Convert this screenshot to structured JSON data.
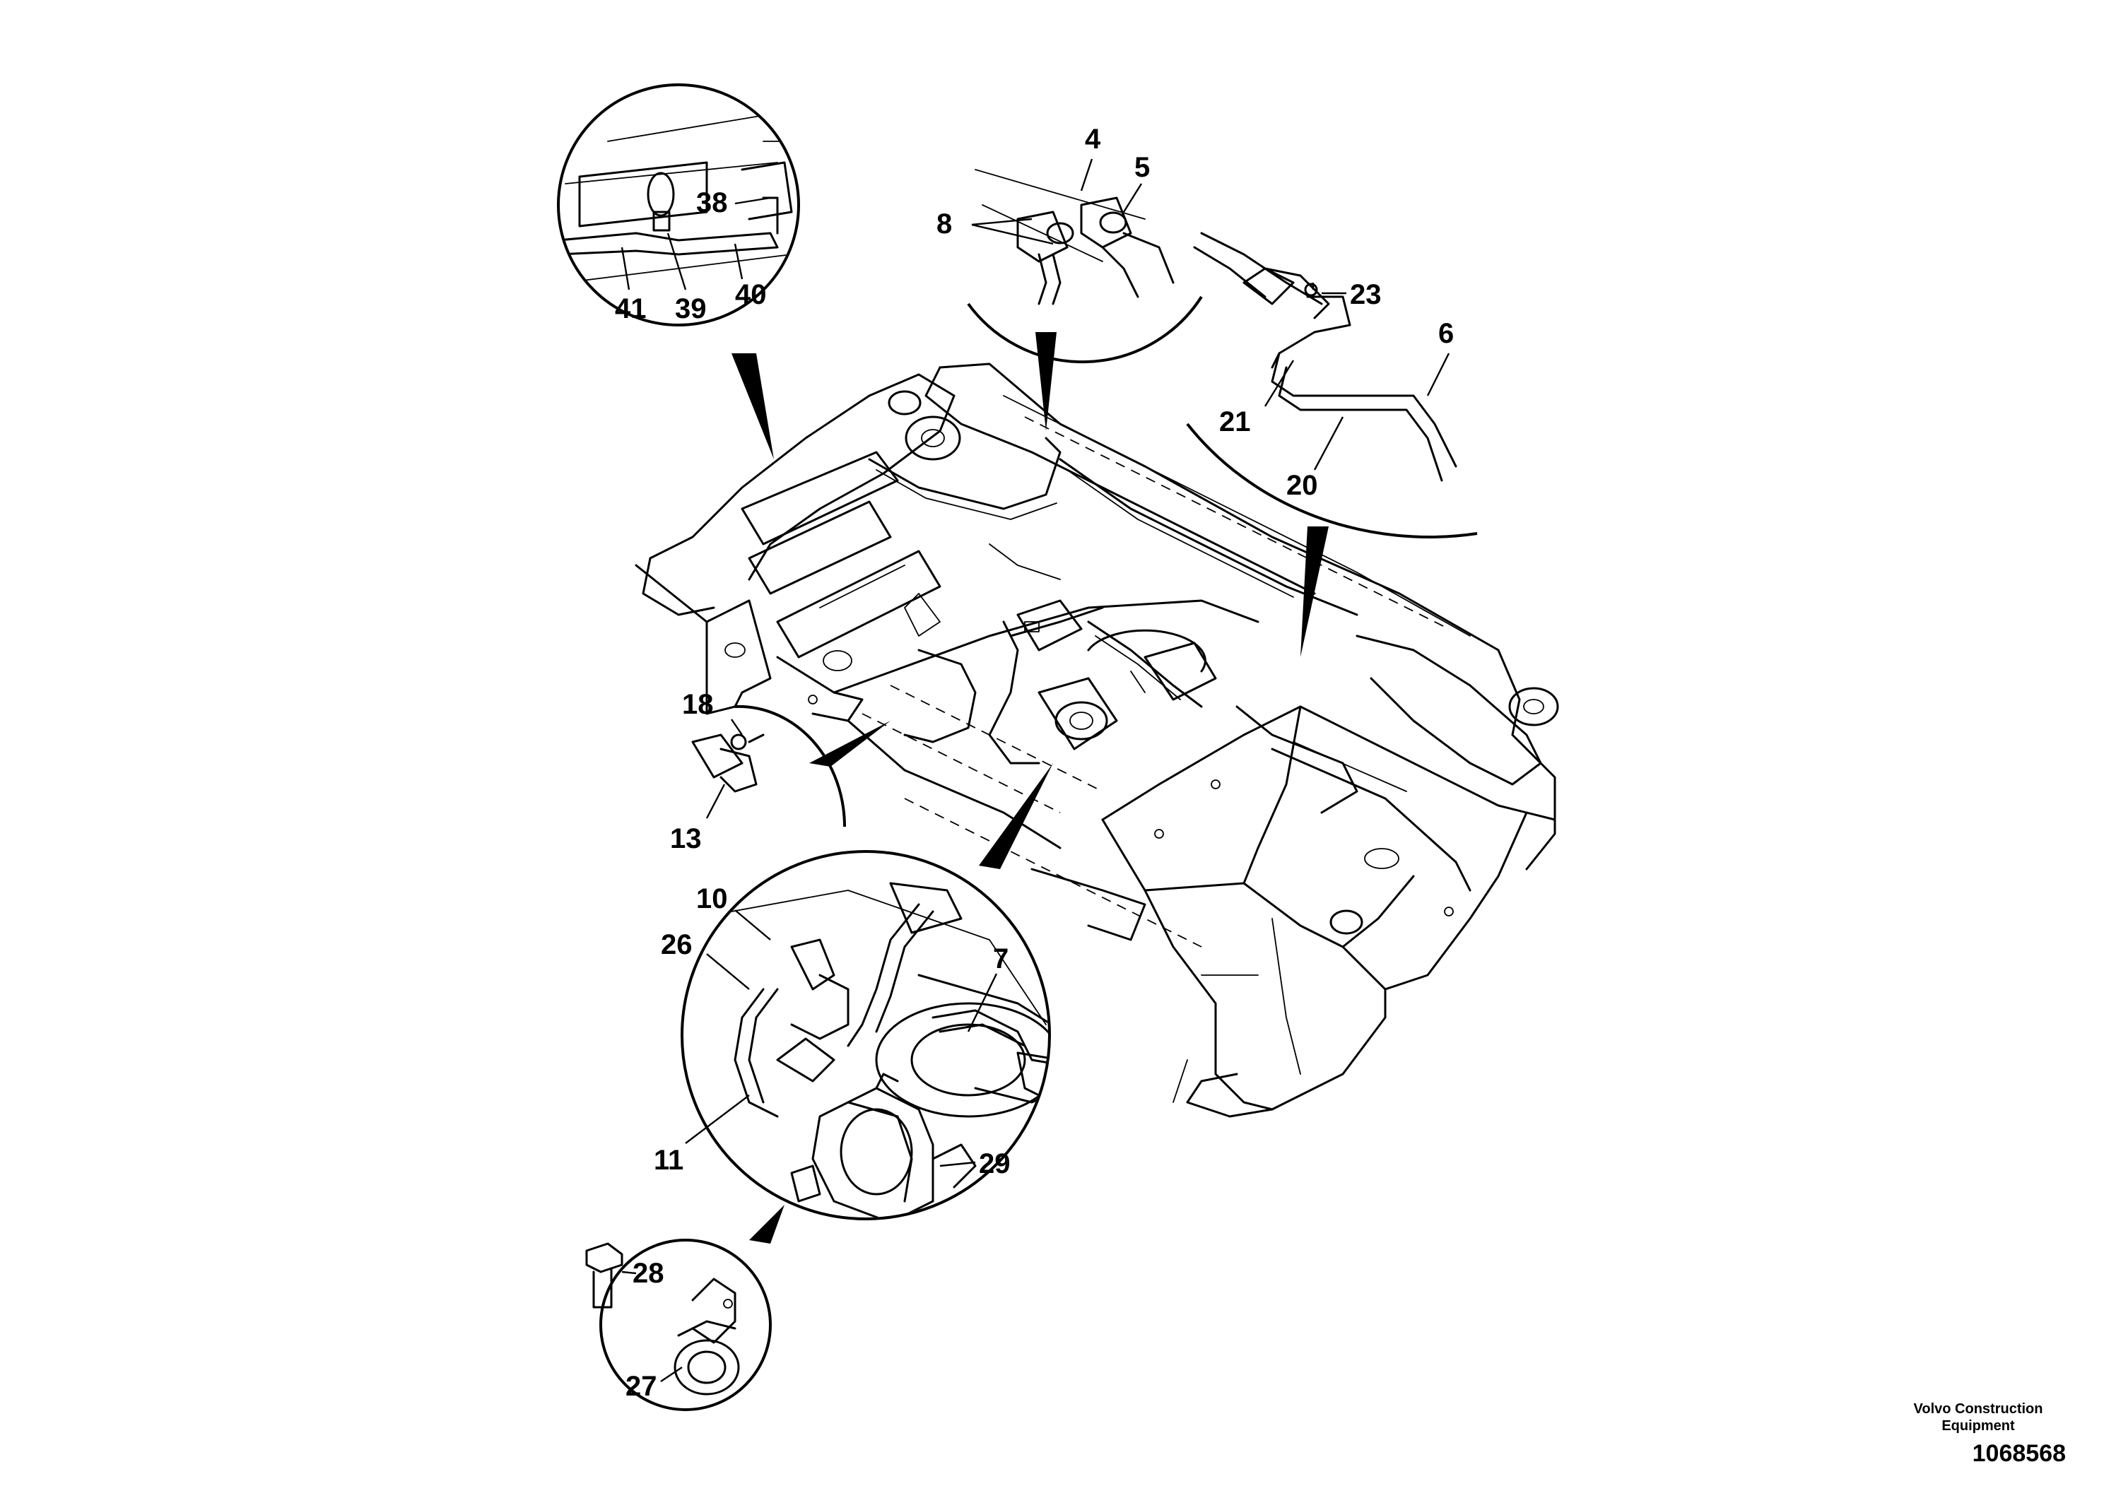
{
  "callouts": {
    "c4": "4",
    "c5": "5",
    "c8": "8",
    "c6": "6",
    "c23": "23",
    "c21": "21",
    "c20": "20",
    "c38": "38",
    "c41": "41",
    "c39": "39",
    "c40": "40",
    "c18": "18",
    "c13": "13",
    "c10": "10",
    "c26": "26",
    "c7": "7",
    "c11": "11",
    "c29": "29",
    "c28": "28",
    "c27": "27"
  },
  "footer": {
    "brand": "Volvo Construction Equipment",
    "drawing_number": "1068568"
  }
}
